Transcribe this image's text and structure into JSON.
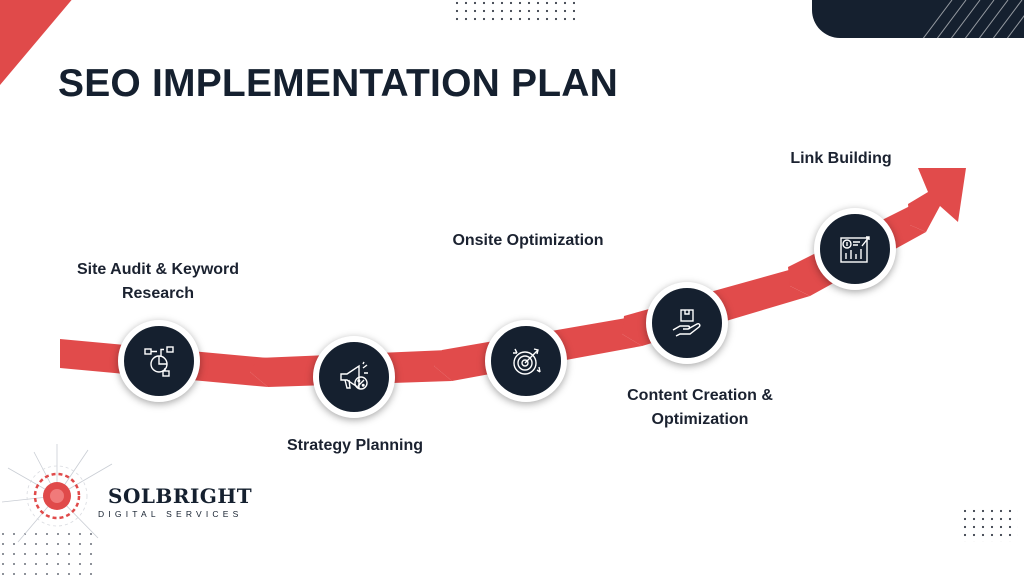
{
  "title": "SEO IMPLEMENTATION PLAN",
  "steps": [
    {
      "label_line1": "Site Audit & Keyword",
      "label_line2": "Research",
      "icon": "pie-chart-flow-icon"
    },
    {
      "label_line1": "Strategy Planning",
      "label_line2": "",
      "icon": "megaphone-percent-icon"
    },
    {
      "label_line1": "Onsite Optimization",
      "label_line2": "",
      "icon": "target-arrows-icon"
    },
    {
      "label_line1": "Content Creation &",
      "label_line2": "Optimization",
      "icon": "hand-box-icon"
    },
    {
      "label_line1": "Link Building",
      "label_line2": "",
      "icon": "analytics-board-icon"
    }
  ],
  "logo": {
    "name": "SOLBRIGHT",
    "tagline": "DIGITAL SERVICES"
  },
  "colors": {
    "accent_red": "#e04a4a",
    "navy": "#15202f",
    "background": "#ffffff"
  }
}
